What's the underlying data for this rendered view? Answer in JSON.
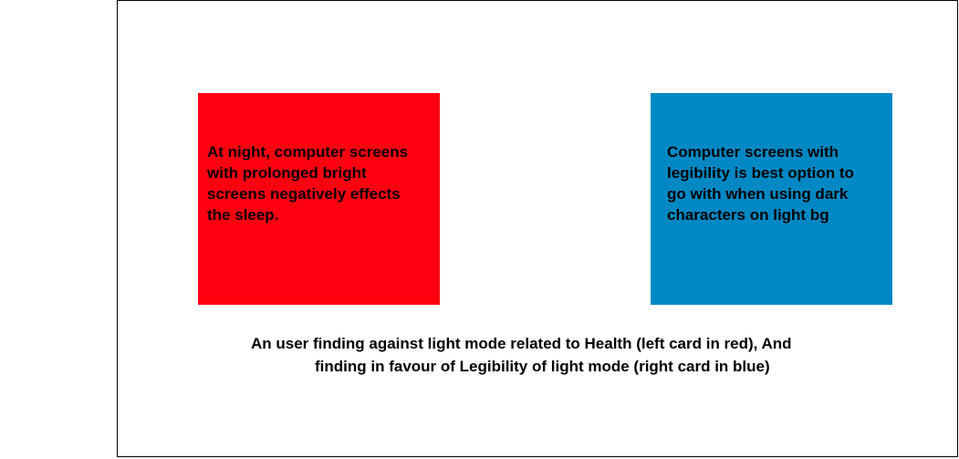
{
  "colors": {
    "left_card": "#ff0010",
    "right_card": "#0088c4",
    "text": "#000000",
    "border": "#000000",
    "background": "#ffffff"
  },
  "left_card": {
    "text": "At night, computer screens\n with prolonged bright\nscreens negatively effects\nthe sleep."
  },
  "right_card": {
    "text": "Computer screens with\nlegibility is best option to\ngo with when using dark\ncharacters on light bg"
  },
  "caption": {
    "line1": "An user finding against light mode related to Health (left card in red), And",
    "line2": "finding in favour of Legibility of light mode (right card in blue)"
  }
}
